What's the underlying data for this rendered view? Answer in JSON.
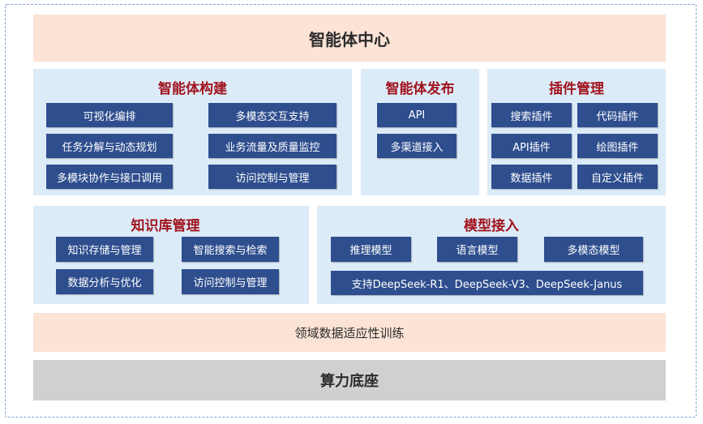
{
  "top": {
    "title": "智能体中心"
  },
  "build": {
    "title": "智能体构建",
    "items": [
      "可视化编排",
      "多模态交互支持",
      "任务分解与动态规划",
      "业务流量及质量监控",
      "多模块协作与接口调用",
      "访问控制与管理"
    ]
  },
  "publish": {
    "title": "智能体发布",
    "items": [
      "API",
      "多渠道接入"
    ]
  },
  "plugins": {
    "title": "插件管理",
    "items": [
      "搜索插件",
      "代码插件",
      "API插件",
      "绘图插件",
      "数据插件",
      "自定义插件"
    ]
  },
  "knowledge": {
    "title": "知识库管理",
    "items": [
      "知识存储与管理",
      "智能搜索与检索",
      "数据分析与优化",
      "访问控制与管理"
    ]
  },
  "model": {
    "title": "模型接入",
    "items": [
      "推理模型",
      "语言模型",
      "多模态模型"
    ],
    "support": "支持DeepSeek-R1、DeepSeek-V3、DeepSeek-Janus"
  },
  "training": {
    "title": "领域数据适应性训练"
  },
  "compute": {
    "title": "算力底座"
  },
  "colors": {
    "box": "#2e4e8e",
    "panel": "#dcebf8",
    "band": "#fbe3d6",
    "base": "#d0d0d0",
    "panel_title": "#a0131d",
    "frame": "#7f9bd6"
  }
}
